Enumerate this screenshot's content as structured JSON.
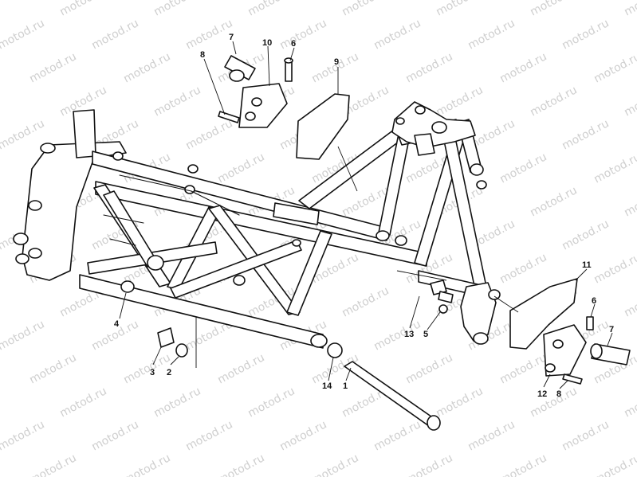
{
  "watermark": "motod.ru",
  "callouts": [
    {
      "label": "7"
    },
    {
      "label": "10"
    },
    {
      "label": "6"
    },
    {
      "label": "8"
    },
    {
      "label": "9"
    },
    {
      "label": "11"
    },
    {
      "label": "6"
    },
    {
      "label": "7"
    },
    {
      "label": "12"
    },
    {
      "label": "8"
    },
    {
      "label": "13"
    },
    {
      "label": "5"
    },
    {
      "label": "4"
    },
    {
      "label": "3"
    },
    {
      "label": "2"
    },
    {
      "label": "14"
    },
    {
      "label": "1"
    }
  ]
}
